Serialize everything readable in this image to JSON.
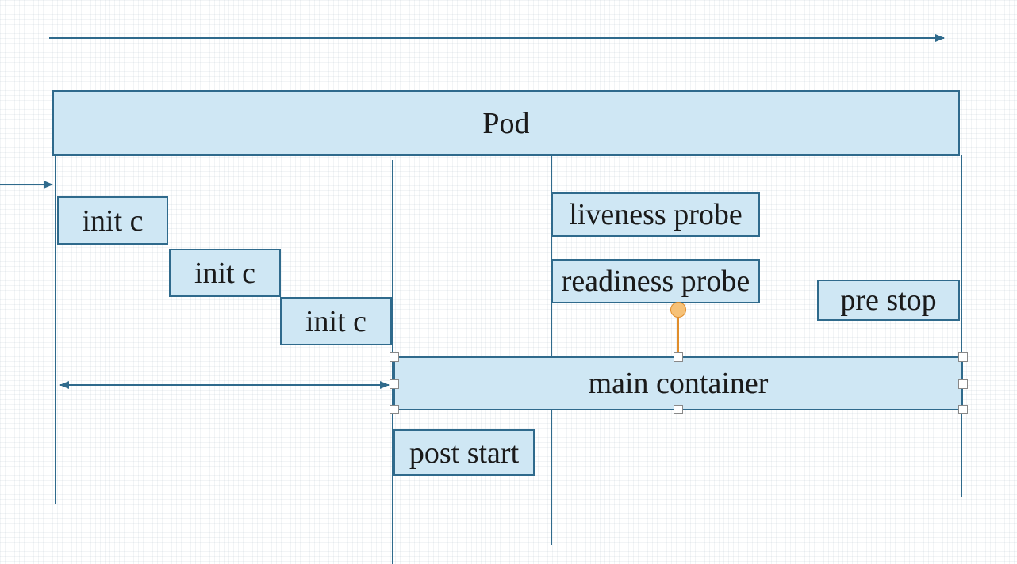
{
  "diagram": {
    "pod_label": "Pod",
    "init_labels": [
      "init c",
      "init c",
      "init c"
    ],
    "liveness_label": "liveness probe",
    "readiness_label": "readiness probe",
    "pre_stop_label": "pre stop",
    "main_container_label": "main container",
    "post_start_label": "post start"
  },
  "colors": {
    "box_fill": "#cfe7f4",
    "line": "#2f6a8c",
    "selection_handle": "#e08d2b"
  }
}
